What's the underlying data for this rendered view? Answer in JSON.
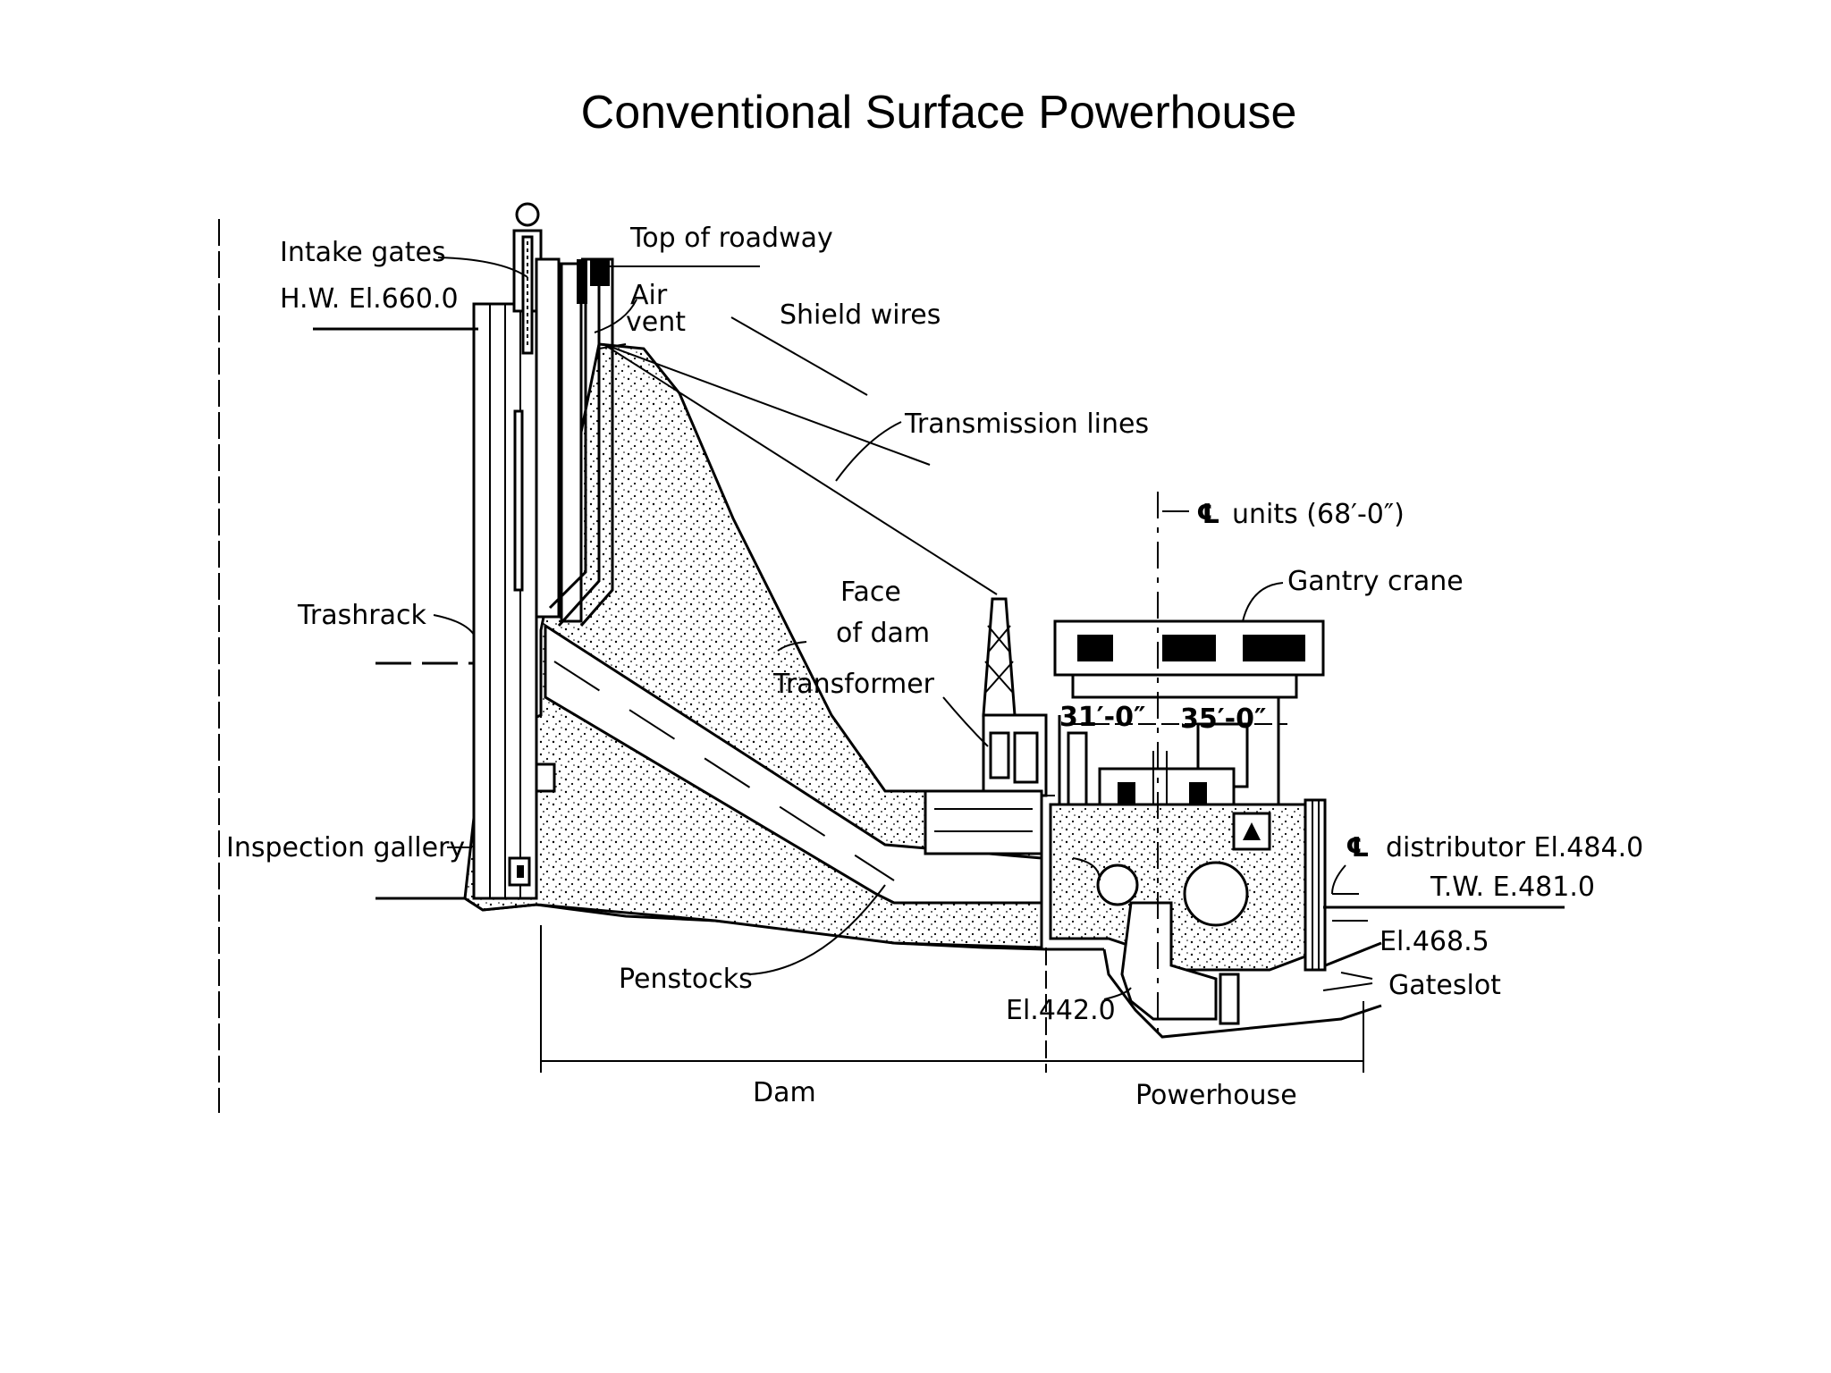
{
  "title": "Conventional Surface Powerhouse",
  "labels": {
    "intake_gates": "Intake gates",
    "hw_el": "H.W. El.660.0",
    "top_of_roadway": "Top of roadway",
    "air": "Air",
    "vent": "vent",
    "shield_wires": "Shield wires",
    "transmission_lines": "Transmission lines",
    "cl_units": "units (68′-0″)",
    "gantry_crane": "Gantry crane",
    "face": "Face",
    "of_dam": "of dam",
    "trashrack": "Trashrack",
    "transformer": "Transformer",
    "dim_31": "31′-0″",
    "dim_35": "35′-0″",
    "inspection_gallery": "Inspection gallery",
    "cl_distributor": "distributor El.484.0",
    "tw": "T.W. E.481.0",
    "el_468": "El.468.5",
    "gateslot": "Gateslot",
    "penstocks": "Penstocks",
    "el_442": "El.442.0",
    "dam": "Dam",
    "powerhouse": "Powerhouse"
  },
  "icons": {
    "centerline_symbol": "centerline-icon"
  }
}
